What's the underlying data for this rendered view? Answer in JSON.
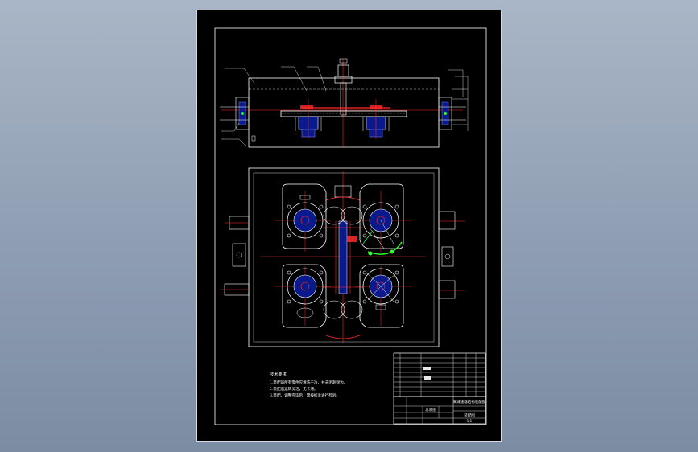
{
  "notes": {
    "title": "技术要求",
    "lines": [
      "1.装配前所有零件应清洗干净，并去毛刺锐边。",
      "2.装配后运转灵活，无卡滞。",
      "3.装配、调整完毕后，需按标准进行检验。"
    ]
  },
  "title_block": {
    "design_name": "某减速器结构装配图",
    "drawing_name": "装配图",
    "part_label": "总装图",
    "scale_label": "1:1"
  },
  "colors": {
    "background": "#000000",
    "outline": "#ffffff",
    "centerline": "#ff2a2a",
    "part_fill": "#0a1a8c",
    "highlight": "#2aff2a"
  }
}
